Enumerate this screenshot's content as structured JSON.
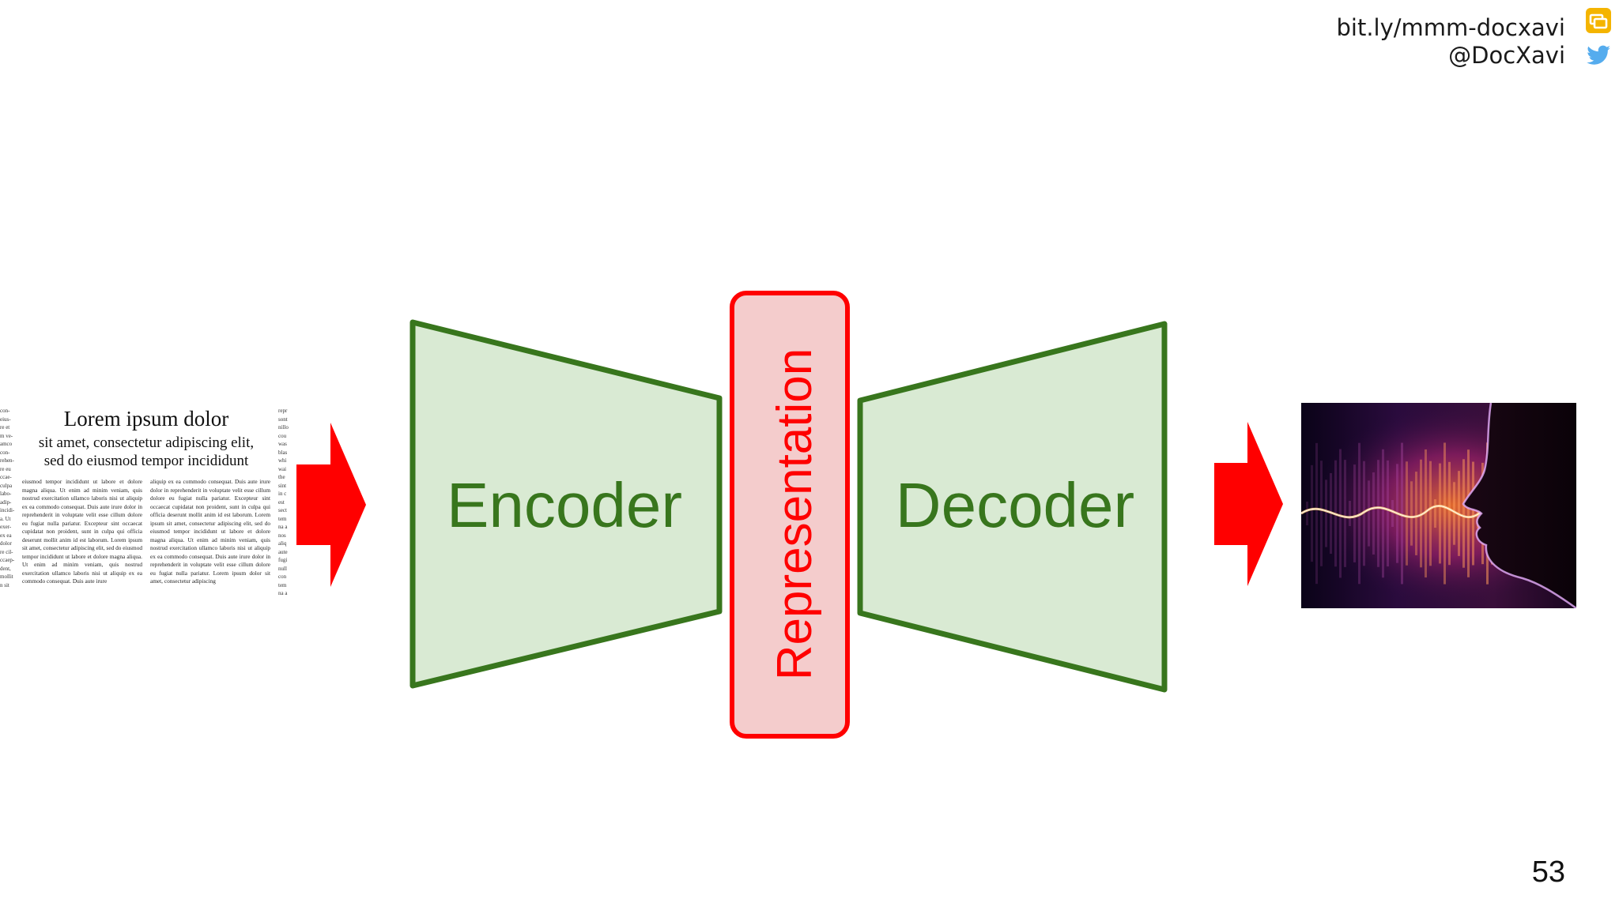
{
  "header": {
    "url": "bit.ly/mmm-docxavi",
    "handle": "@DocXavi",
    "icons": [
      "slides-icon",
      "twitter-icon"
    ]
  },
  "diagram": {
    "encoder_label": "Encoder",
    "representation_label": "Representation",
    "decoder_label": "Decoder"
  },
  "input_document": {
    "headline": "Lorem ipsum dolor",
    "subline1": "sit amet, consectetur adipiscing elit,",
    "subline2": "sed do eiusmod tempor incididunt",
    "col1": "eiusmod tempor incididunt ut labore et dolore magna aliqua. Ut enim ad minim veniam, quis nostrud exercitation ullamco laboris nisi ut aliquip ex ea commodo consequat. Duis aute irure dolor in reprehenderit in voluptate velit esse cillum dolore eu fugiat nulla pariatur. Excepteur sint occaecat cupidatat non proident, sunt in culpa qui officia deserunt mollit anim id est laborum. Lorem ipsum sit amet, consectetur adipiscing elit, sed do eiusmod tempor incididunt ut labore et dolore magna aliqua. Ut enim ad minim veniam, quis nostrud exercitation ullamco laboris nisi ut aliquip ex ea commodo consequat. Duis aute irure",
    "col2": "aliquip ex ea commodo consequat. Duis aute irure dolor in reprehenderit in voluptate velit esse cillum dolore eu fugiat nulla pariatur. Excepteur sint occaecat cupidatat non proident, sunt in culpa qui officia deserunt mollit anim id est laborum. Lorem ipsum sit amet, consectetur adipiscing elit, sed do eiusmod tempor incididunt ut labore et dolore magna aliqua. Ut enim ad minim veniam, quis nostrud exercitation ullamco laboris nisi ut aliquip ex ea commodo consequat. Duis aute irure dolor in reprehenderit in voluptate velit esse cillum dolore eu fugiat nulla pariatur. Lorem ipsum dolor sit amet, consectetur adipiscing",
    "left_edge": "con- eius- re et m ve- amco con- rehen- re eu ccae- culpa labo- adip- incidi- a. Ut exer- ex ea dolor re cil- ccaep- dent, mollit n sit",
    "right_edge": "repr sont nillo cou was blas whi wai the sint in c est sect tem na a nos aliq aute fugi null con tem na a"
  },
  "colors": {
    "block_fill": "#d9ead3",
    "block_stroke": "#38761d",
    "label_green": "#38761d",
    "rep_fill": "#f4cccc",
    "rep_stroke": "#ff0000",
    "rep_text": "#ff0000",
    "arrow": "#ff0000"
  },
  "page_number": "53"
}
